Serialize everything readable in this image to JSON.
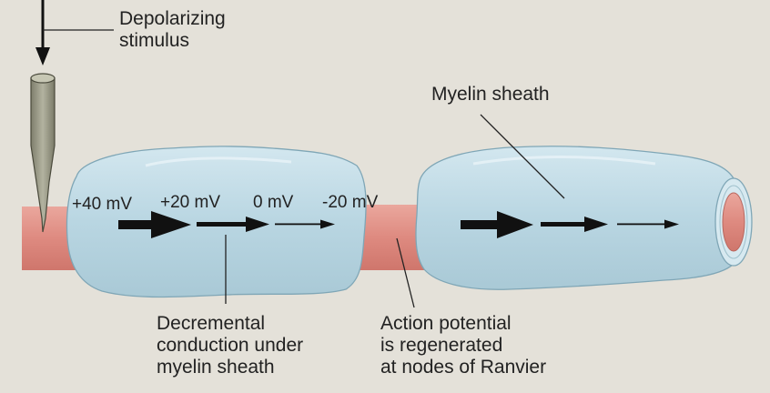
{
  "labels": {
    "stimulus": [
      "Depolarizing",
      "stimulus"
    ],
    "myelin": "Myelin sheath",
    "decremental": [
      "Decremental",
      "conduction under",
      "myelin sheath"
    ],
    "action": [
      "Action potential",
      "is regenerated",
      "at nodes of Ranvier"
    ]
  },
  "potentials": [
    "+40 mV",
    "+20 mV",
    "0 mV",
    "-20 mV"
  ],
  "colors": {
    "background": "#e4e1d9",
    "myelin": "#bcd8e3",
    "axon": "#df8d83",
    "electrode": "#9a9a86",
    "arrow": "#111111"
  }
}
